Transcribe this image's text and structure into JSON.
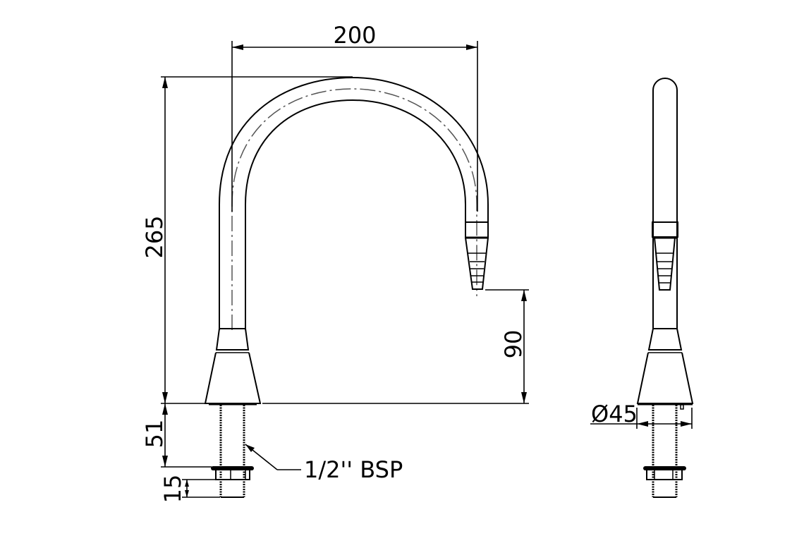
{
  "drawing": {
    "subject": "Gooseneck laboratory faucet",
    "views": [
      "front-elevation",
      "side-elevation"
    ],
    "units": "mm"
  },
  "dimensions": {
    "spout_reach": "200",
    "overall_height": "265",
    "outlet_height": "90",
    "shank_length": "51",
    "thread_length": "15",
    "base_diameter": "Ø45"
  },
  "annotations": {
    "thread_callout": "1/2'' BSP"
  },
  "colors": {
    "line": "#000000",
    "centerline": "#555555",
    "background": "#ffffff"
  }
}
